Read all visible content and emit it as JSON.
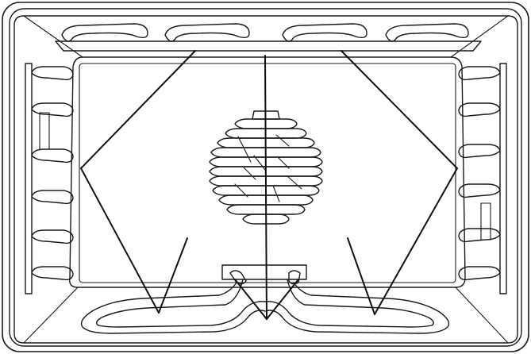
{
  "figure": {
    "kind": "oven-cavity-line-drawing",
    "parts": [
      "oven-cavity",
      "top-heating-element",
      "convection-fan-cover",
      "bottom-heating-element",
      "side-rack-guide-left",
      "side-rack-guide-right"
    ],
    "colors": {
      "line": "#1a1a1a",
      "background": "#ffffff"
    }
  }
}
